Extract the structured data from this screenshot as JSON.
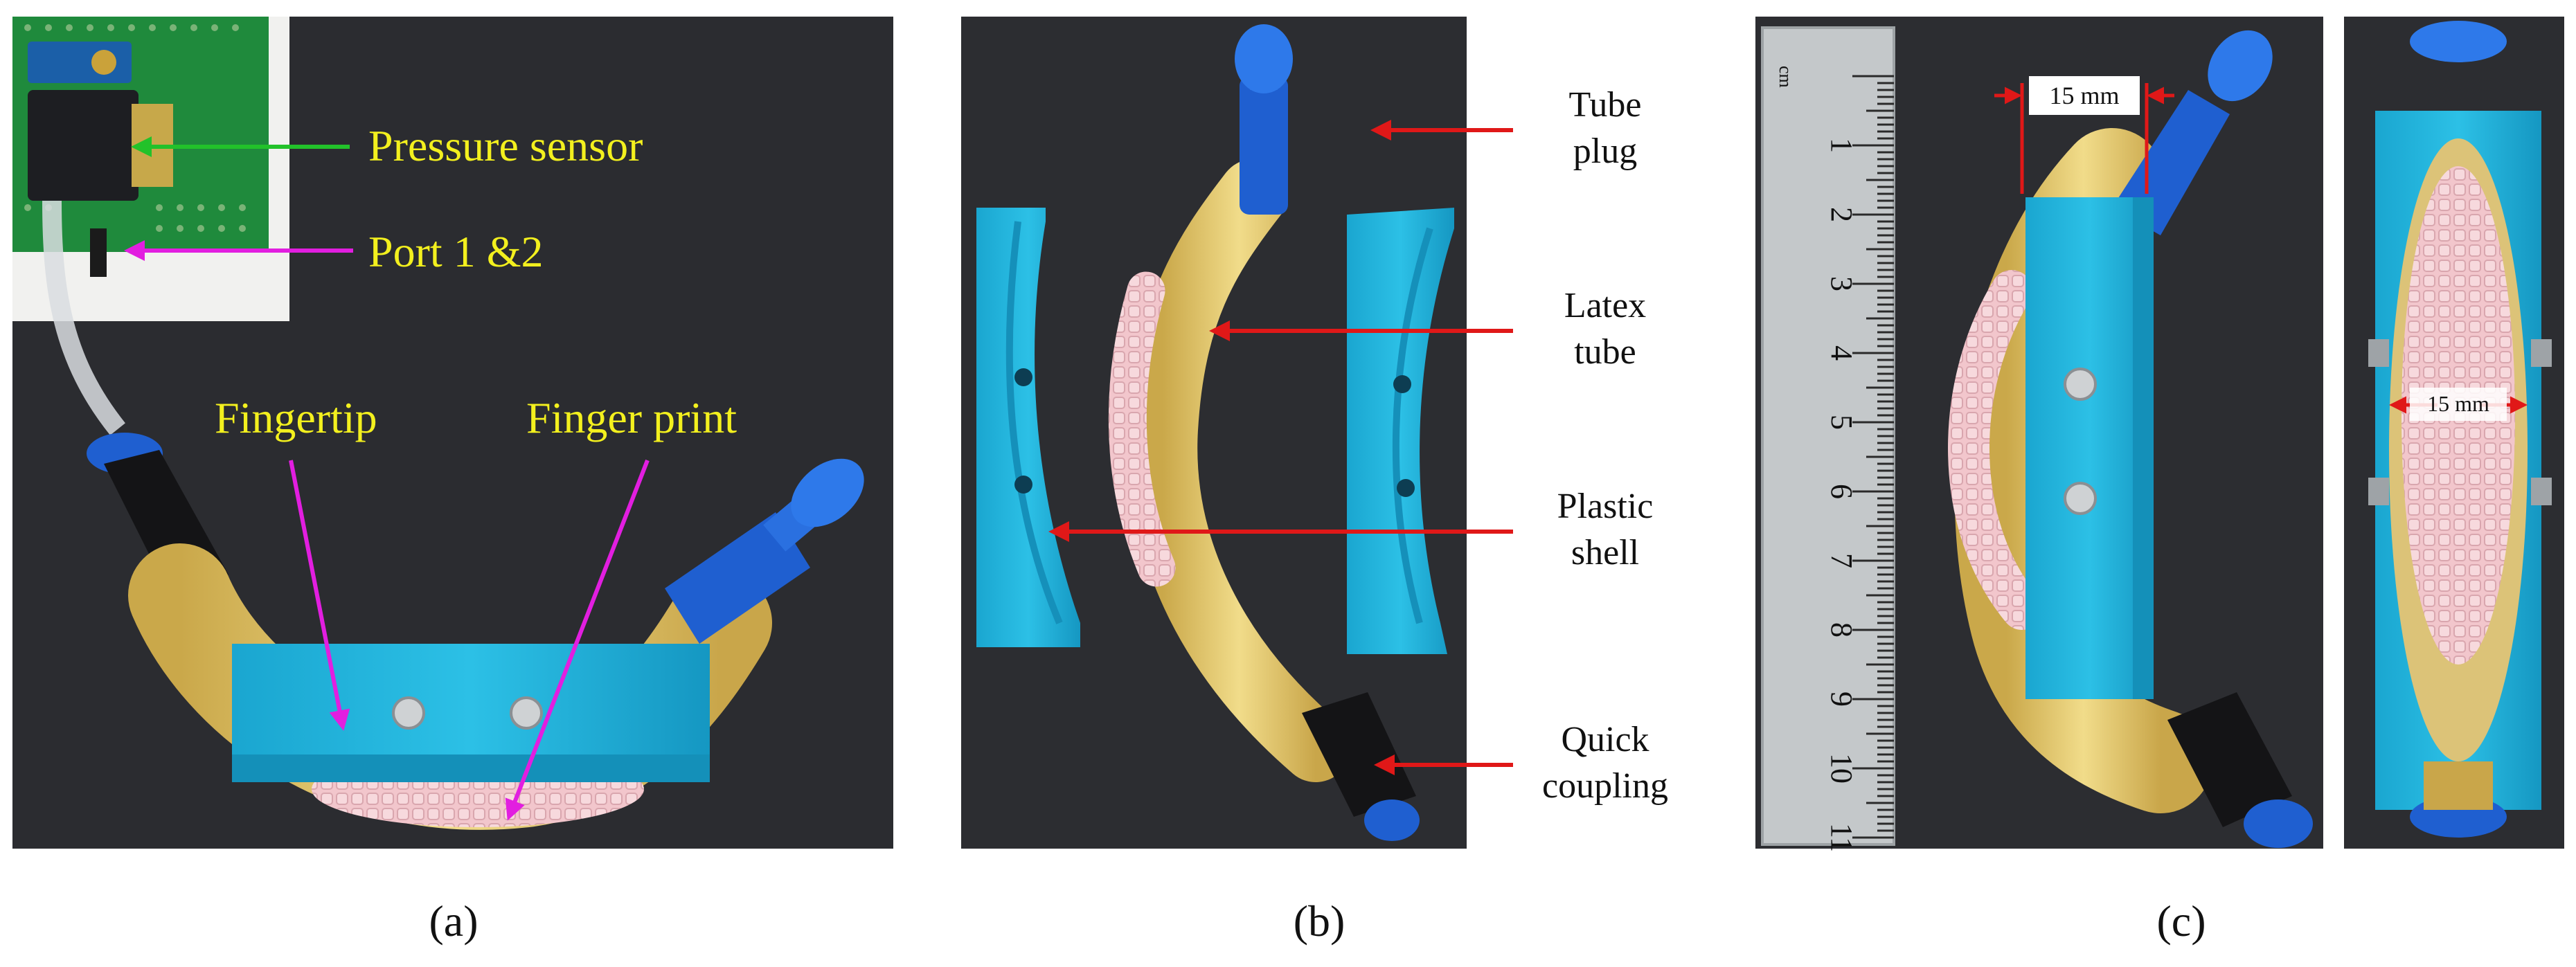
{
  "panel_a": {
    "caption": "(a)",
    "labels": {
      "pressure_sensor": "Pressure sensor",
      "port": "Port 1 &2",
      "fingertip": "Fingertip",
      "finger_print": "Finger print"
    }
  },
  "panel_b": {
    "caption": "(b)",
    "labels": {
      "tube_plug_1": "Tube",
      "tube_plug_2": "plug",
      "latex_tube_1": "Latex",
      "latex_tube_2": "tube",
      "plastic_shell_1": "Plastic",
      "plastic_shell_2": "shell",
      "quick_coupling_1": "Quick",
      "quick_coupling_2": "coupling"
    }
  },
  "panel_c": {
    "caption": "(c)",
    "dimension_1": "15 mm",
    "dimension_2": "15 mm",
    "ruler_unit": "cm",
    "ruler_numbers": [
      "1",
      "2",
      "3",
      "4",
      "5",
      "6",
      "7",
      "8",
      "9",
      "10",
      "11"
    ]
  },
  "colors": {
    "photo_background": "#2a2b2f",
    "shell_cyan": "#1fb0d8",
    "latex_yellow": "#e2c865",
    "plug_blue": "#1f5fd0",
    "fingerprint_pink": "#f0c2c8",
    "arrow_red": "#e01818",
    "arrow_magenta": "#e21ee0",
    "arrow_green": "#22c22a",
    "label_yellow": "#f3f01e"
  }
}
